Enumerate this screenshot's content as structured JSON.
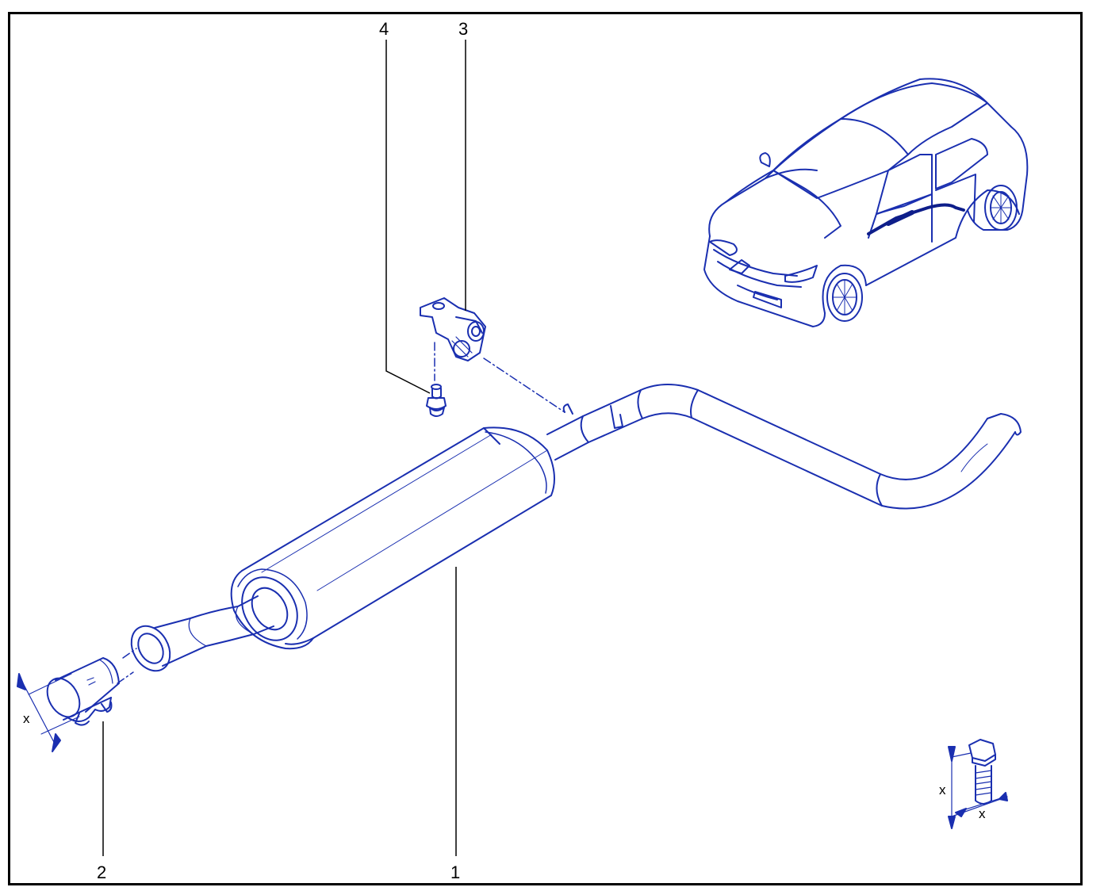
{
  "colors": {
    "line_art": "#1a2fb0",
    "line_art_dark": "#0e1e8a",
    "callout_line": "#000000",
    "frame": "#000000",
    "background": "#ffffff"
  },
  "callouts": [
    {
      "id": "1",
      "label": "1"
    },
    {
      "id": "2",
      "label": "2"
    },
    {
      "id": "3",
      "label": "3"
    },
    {
      "id": "4",
      "label": "4"
    }
  ],
  "dimension_labels": {
    "clamp_x": "x",
    "bolt_x_vertical": "x",
    "bolt_x_horizontal": "x"
  },
  "icons": [
    "car-locator-icon",
    "bolt-torque-icon"
  ]
}
